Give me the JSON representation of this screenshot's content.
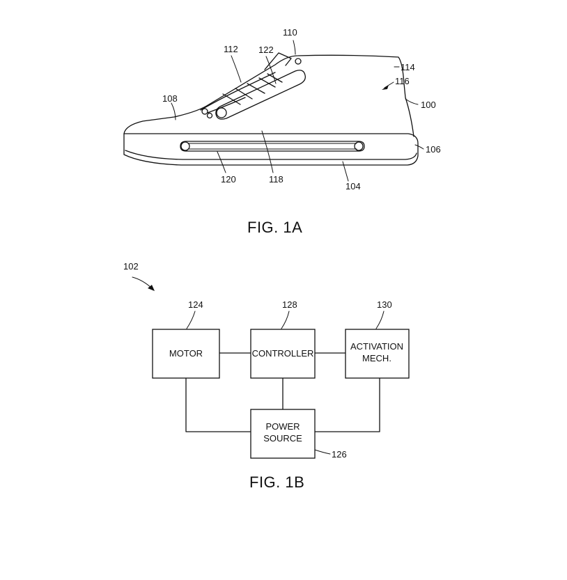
{
  "fig1a": {
    "caption": "FIG. 1A",
    "labels": {
      "r110": "110",
      "r112": "112",
      "r122": "122",
      "r114": "114",
      "r116": "116",
      "r100": "100",
      "r108": "108",
      "r106": "106",
      "r120": "120",
      "r118": "118",
      "r104": "104"
    }
  },
  "fig1b": {
    "caption": "FIG. 1B",
    "system_ref": "102",
    "motor": {
      "ref": "124",
      "label": "MOTOR"
    },
    "controller": {
      "ref": "128",
      "label": "CONTROLLER"
    },
    "activation": {
      "ref": "130",
      "line1": "ACTIVATION",
      "line2": "MECH."
    },
    "power": {
      "ref": "126",
      "line1": "POWER",
      "line2": "SOURCE"
    }
  }
}
